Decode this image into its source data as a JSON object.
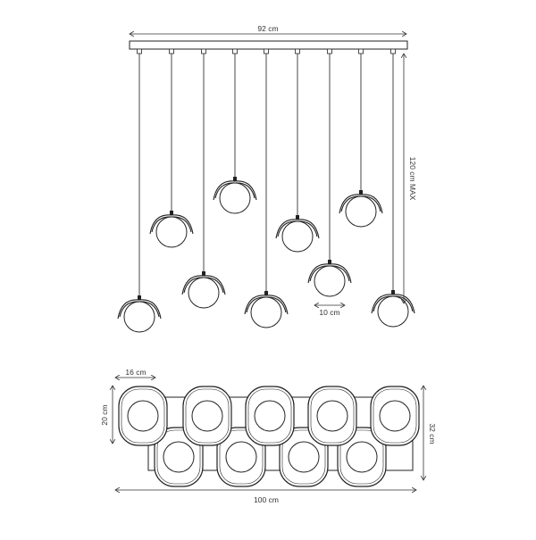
{
  "dimensions": {
    "canopy_width": "92 cm",
    "drop_length": "120 cm MAX",
    "shade_width": "10 cm",
    "plate_width": "16 cm",
    "plate_height": "20 cm",
    "total_depth": "32 cm",
    "total_width": "100 cm"
  },
  "colors": {
    "line": "#222222",
    "background": "#ffffff"
  }
}
